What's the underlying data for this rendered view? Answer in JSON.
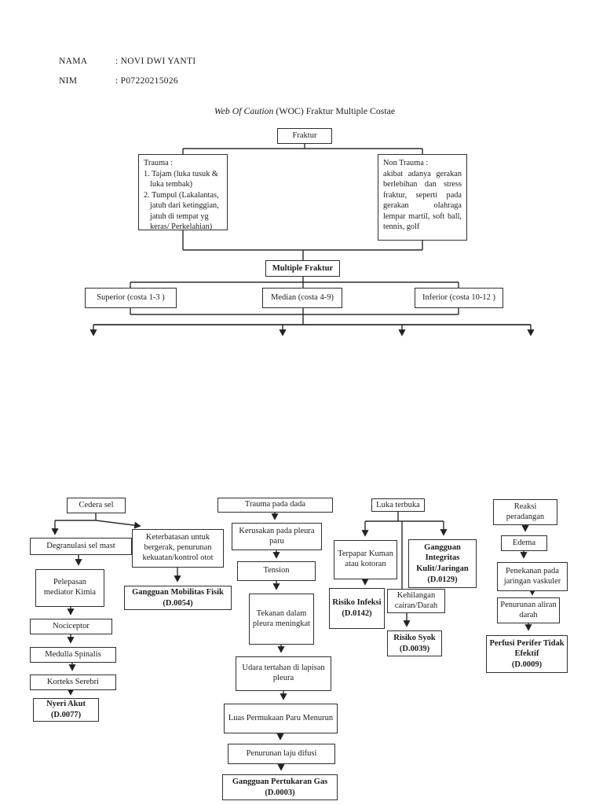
{
  "header": {
    "nama_label": "NAMA",
    "nama_value": ": NOVI DWI YANTI",
    "nim_label": "NIM",
    "nim_value": ": P07220215026"
  },
  "title": {
    "italic_part": "Web Of Caution",
    "normal_part": " (WOC) Fraktur Multiple Costae"
  },
  "flowchart": {
    "fraktur": "Fraktur",
    "trauma": {
      "heading": "Trauma :",
      "item1": "1. Tajam (luka tusuk & luka tembak)",
      "item2": "2. Tumpul (Lakalantas, jatuh dari ketinggian, jatuh di tempat yg keras/ Perkelahian)"
    },
    "non_trauma": {
      "heading": "Non Trauma :",
      "body": "akibat adanya gerakan berlebihan dan stress fraktur, seperti pada gerakan olahraga lempar martil, soft ball, tennis, golf"
    },
    "multiple_fraktur": "Multiple Fraktur",
    "levels": {
      "superior": "Superior (costa 1-3 )",
      "median": "Median (costa 4-9)",
      "inferior": "Inferior (costa 10-12 )"
    },
    "pain_pathway": {
      "cedera_sel": "Cedera sel",
      "degranulasi": "Degranulasi sel mast",
      "pelepasan": "Pelepasan mediator Kimia",
      "nociceptor": "Nociceptor",
      "medulla": "Medulla Spinalis",
      "korteks": "Korteks Serebri",
      "nyeri_akut": {
        "label": "Nyeri Akut",
        "code": "(D.0077)"
      }
    },
    "mobility_pathway": {
      "keterbatasan": "Keterbatasan untuk bergerak, penurunan kekuatan/kontrol otot",
      "gangguan_mobilitas": {
        "label": "Gangguan Mobilitas Fisik",
        "code": "(D.0054)"
      }
    },
    "chest_pathway": {
      "trauma_dada": "Trauma pada dada",
      "kerusakan": "Kerusakan pada pleura paru",
      "tension": "Tension",
      "tekanan": "Tekanan dalam pleura meningkat",
      "udara": "Udara tertahan di lapisan pleura",
      "luas": "Luas Permukaan Paru Menurun",
      "penurunan_laju": "Penurunan laju difusi",
      "gangguan_gas": {
        "label": "Gangguan Pertukaran Gas",
        "code": "(D.0003)"
      }
    },
    "wound_pathway": {
      "luka_terbuka": "Luka terbuka",
      "terpapar": "Terpapar Kuman atau kotoran",
      "gangguan_integritas": {
        "label": "Gangguan Integritas Kulit/Jaringan",
        "code": "(D.0129)"
      },
      "risiko_infeksi": {
        "label": "Risiko Infeksi",
        "code": "(D.0142)"
      },
      "kehilangan": "Kehilangan cairan/Darah",
      "risiko_syok": {
        "label": "Risiko Syok",
        "code": "(D.0039)"
      }
    },
    "inflammation_pathway": {
      "reaksi": "Reaksi peradangan",
      "edema": "Edema",
      "penekanan": "Penekanan pada jaringan vaskuler",
      "penurunan_aliran": "Penurunan aliran darah",
      "perfusi": {
        "label": "Perfusi Perifer Tidak Efektif",
        "code": "(D.0009)"
      }
    }
  },
  "colors": {
    "line": "#2b2b2b",
    "box_border": "#2f2f2f",
    "text": "#1c1c1c",
    "page_background": "#ffffff"
  }
}
